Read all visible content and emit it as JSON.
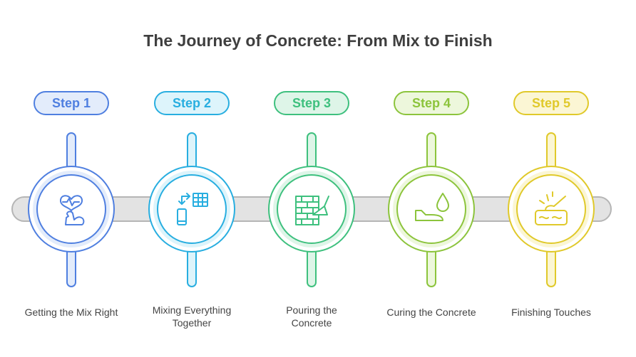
{
  "title": "The Journey of Concrete: From Mix to Finish",
  "steps": [
    {
      "label": "Step 1",
      "caption": "Getting the Mix Right",
      "icon": "heart-flex-icon",
      "color": "#4f7fe0",
      "fill": "#e3ecfb"
    },
    {
      "label": "Step 2",
      "caption": "Mixing Everything Together",
      "icon": "phone-grid-icon",
      "color": "#28aee0",
      "fill": "#ddf4fb"
    },
    {
      "label": "Step 3",
      "caption": "Pouring the Concrete",
      "icon": "brick-trowel-icon",
      "color": "#3ec07e",
      "fill": "#def5e8"
    },
    {
      "label": "Step 4",
      "caption": "Curing the Concrete",
      "icon": "drop-tray-icon",
      "color": "#8cc43c",
      "fill": "#edf7dc"
    },
    {
      "label": "Step 5",
      "caption": "Finishing Touches",
      "icon": "chisel-slab-icon",
      "color": "#e0c92a",
      "fill": "#fbf6d4"
    }
  ],
  "track": {
    "color": "#b5b5b5",
    "fill": "#e3e3e3"
  }
}
